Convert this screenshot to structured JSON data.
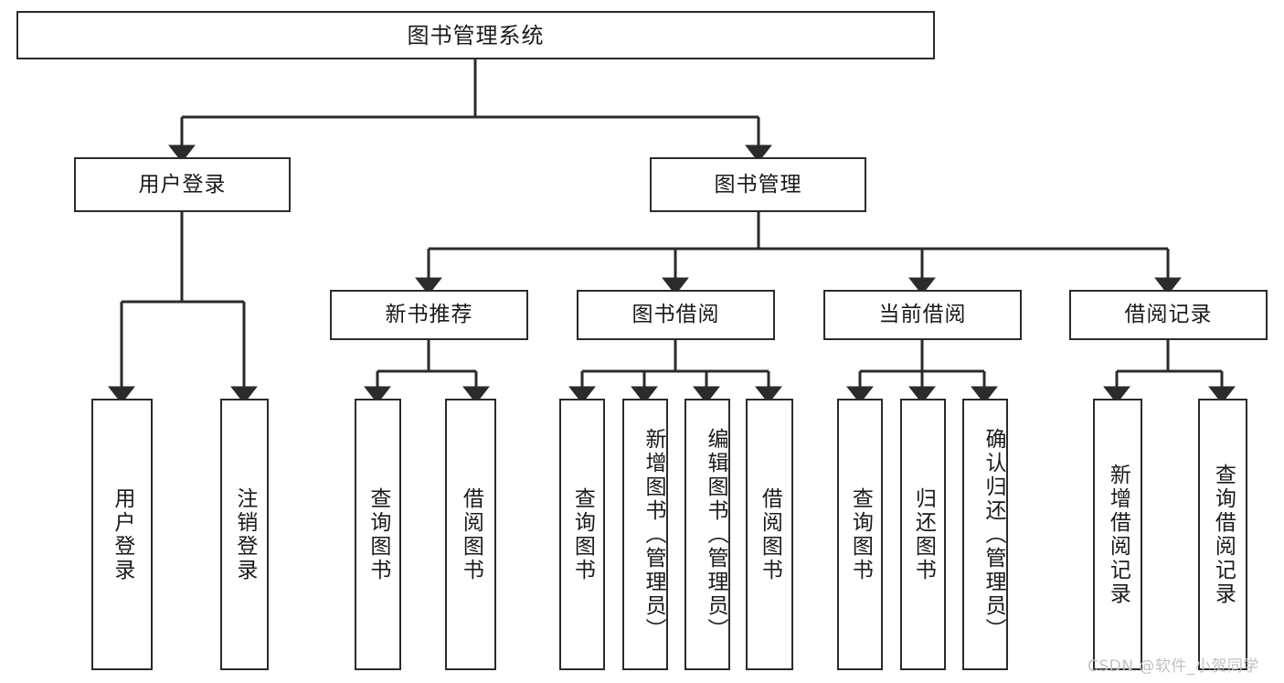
{
  "diagram": {
    "type": "tree-hierarchy-chart",
    "title": "图书管理系统",
    "levels": {
      "root": {
        "label": "图书管理系统"
      },
      "level2": [
        {
          "id": "user-login",
          "label": "用户登录"
        },
        {
          "id": "book-management",
          "label": "图书管理"
        }
      ],
      "level3": [
        {
          "id": "new-book-recommend",
          "label": "新书推荐",
          "parent": "book-management"
        },
        {
          "id": "book-borrow",
          "label": "图书借阅",
          "parent": "book-management"
        },
        {
          "id": "current-borrow",
          "label": "当前借阅",
          "parent": "book-management"
        },
        {
          "id": "borrow-record",
          "label": "借阅记录",
          "parent": "book-management"
        }
      ],
      "leaves": [
        {
          "id": "leaf-user-login",
          "label": "用户登录",
          "parent": "user-login"
        },
        {
          "id": "leaf-logout-login",
          "label": "注销登录",
          "parent": "user-login"
        },
        {
          "id": "leaf-query-book-1",
          "label": "查询图书",
          "parent": "new-book-recommend"
        },
        {
          "id": "leaf-borrow-book-1",
          "label": "借阅图书",
          "parent": "new-book-recommend"
        },
        {
          "id": "leaf-query-book-2",
          "label": "查询图书",
          "parent": "book-borrow"
        },
        {
          "id": "leaf-add-book",
          "label": "新增图书（管理员）",
          "parent": "book-borrow"
        },
        {
          "id": "leaf-edit-book",
          "label": "编辑图书（管理员）",
          "parent": "book-borrow"
        },
        {
          "id": "leaf-borrow-book-2",
          "label": "借阅图书",
          "parent": "book-borrow"
        },
        {
          "id": "leaf-query-book-3",
          "label": "查询图书",
          "parent": "current-borrow"
        },
        {
          "id": "leaf-return-book",
          "label": "归还图书",
          "parent": "current-borrow"
        },
        {
          "id": "leaf-confirm-return",
          "label": "确认归还（管理员）",
          "parent": "current-borrow"
        },
        {
          "id": "leaf-add-record",
          "label": "新增借阅记录",
          "parent": "borrow-record"
        },
        {
          "id": "leaf-query-record",
          "label": "查询借阅记录",
          "parent": "borrow-record"
        }
      ]
    },
    "colors": {
      "box_border": "#2b2b2b",
      "box_fill": "#ffffff",
      "edge": "#2b2b2b",
      "text": "#1a1a1a",
      "watermark": "#c2c2c2",
      "background": "#ffffff"
    }
  },
  "watermark": {
    "text": "CSDN @软件_小贺同学"
  }
}
